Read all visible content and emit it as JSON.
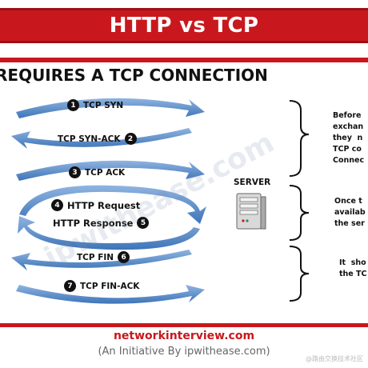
{
  "title": "HTTP vs TCP",
  "heading": "REQUIRES A TCP CONNECTION",
  "steps": [
    {
      "num": "1",
      "label": "TCP SYN"
    },
    {
      "num": "2",
      "label": "TCP SYN-ACK"
    },
    {
      "num": "3",
      "label": "TCP ACK"
    },
    {
      "num": "4",
      "label": "HTTP Request"
    },
    {
      "num": "5",
      "label": "HTTP Response"
    },
    {
      "num": "6",
      "label": "TCP FIN"
    },
    {
      "num": "7",
      "label": "TCP FIN-ACK"
    }
  ],
  "server_label": "SERVER",
  "notes": [
    "Before\nexchan\nthey  n\nTCP co\nConnec",
    "Once t\navailab\nthe ser",
    "It  sho\nthe TC"
  ],
  "watermark": "ipwithease.com",
  "footer": {
    "site": "networkinterview.com",
    "sub": "(An Initiative By ipwithease.com)"
  },
  "corner_mark": "@路由交换技术社区",
  "colors": {
    "accent_red": "#c8181e",
    "arrow_blue": "#4f86c6"
  }
}
